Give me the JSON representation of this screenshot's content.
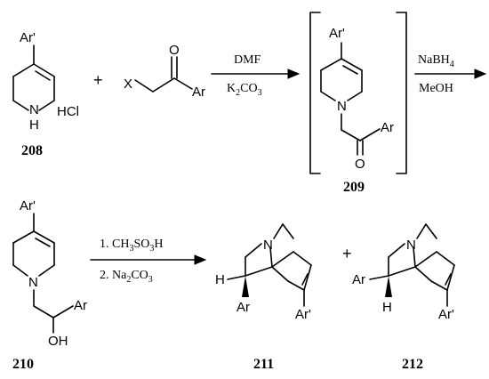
{
  "compounds": {
    "c208": {
      "label": "208",
      "ar": "Ar'",
      "nh": "N",
      "h": "H",
      "salt": "HCl"
    },
    "reagent": {
      "x": "X",
      "o": "O",
      "ar": "Ar"
    },
    "c209": {
      "label": "209",
      "ar_top": "Ar'",
      "n": "N",
      "ar_side": "Ar",
      "o": "O"
    },
    "c210": {
      "label": "210",
      "ar_top": "Ar'",
      "n": "N",
      "ar_side": "Ar",
      "oh": "OH"
    },
    "c211": {
      "label": "211",
      "n": "N",
      "h": "H",
      "ar": "Ar",
      "ar2": "Ar'"
    },
    "c212": {
      "label": "212",
      "n": "N",
      "ar": "Ar",
      "h": "H",
      "ar2": "Ar'"
    }
  },
  "conditions": {
    "step1_top": "DMF",
    "step1_bottom_main": "K",
    "step1_bottom_sub": "2",
    "step1_bottom_main2": "CO",
    "step1_bottom_sub2": "3",
    "step2_top_main": "NaBH",
    "step2_top_sub": "4",
    "step2_bottom": "MeOH",
    "step3_line1_a": "1. CH",
    "step3_line1_sub1": "3",
    "step3_line1_b": "SO",
    "step3_line1_sub2": "3",
    "step3_line1_c": "H",
    "step3_line2_a": "2. Na",
    "step3_line2_sub1": "2",
    "step3_line2_b": "CO",
    "step3_line2_sub2": "3"
  },
  "symbols": {
    "plus1": "+",
    "plus2": "+"
  }
}
